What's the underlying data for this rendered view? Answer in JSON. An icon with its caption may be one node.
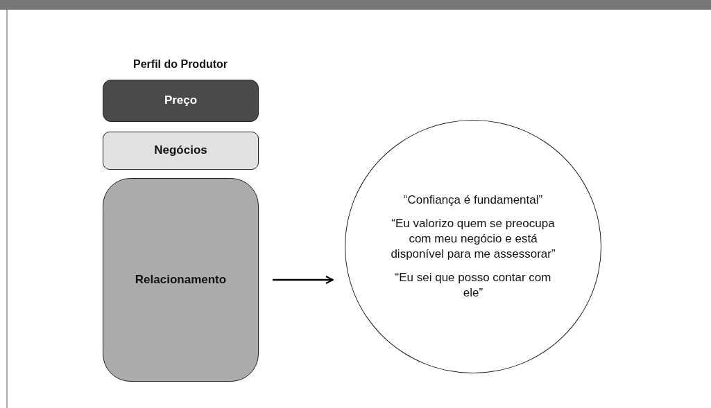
{
  "diagram": {
    "title": "Perfil do Produtor",
    "nodes": [
      {
        "text": [
          "Preço"
        ]
      },
      {
        "text": [
          "Negócios"
        ]
      },
      {
        "text": [
          "Relacionamento"
        ]
      },
      {
        "text": [
          "“Confiança é fundamental”",
          "“Eu valorizo quem se preocupa com meu negócio e está disponível para me assessorar”",
          "“Eu sei que posso contar com ele”"
        ]
      }
    ],
    "edges": [
      {
        "from": 2,
        "to": 3,
        "arrow": "to"
      }
    ]
  }
}
